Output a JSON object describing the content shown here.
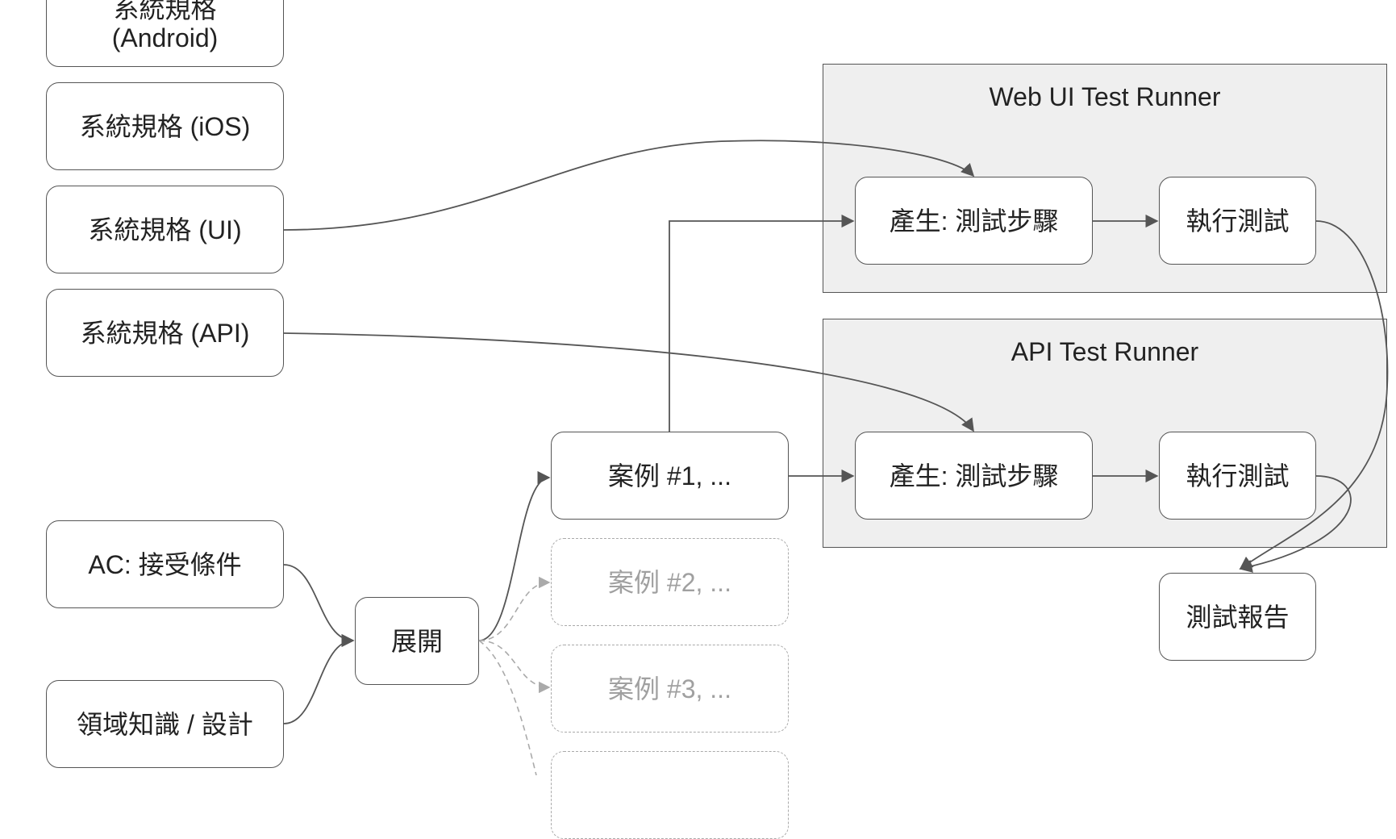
{
  "groups": {
    "web_runner": {
      "title": "Web UI Test Runner"
    },
    "api_runner": {
      "title": "API Test Runner"
    }
  },
  "specs": {
    "android": {
      "line1": "系統規格",
      "line2": "(Android)"
    },
    "ios": "系統規格 (iOS)",
    "ui": "系統規格 (UI)",
    "api": "系統規格 (API)"
  },
  "inputs": {
    "ac": "AC: 接受條件",
    "domain": "領域知識 / 設計"
  },
  "expand": "展開",
  "cases": {
    "case1": "案例 #1, ...",
    "case2": "案例 #2, ...",
    "case3": "案例 #3, ..."
  },
  "web": {
    "generate": "產生: 測試步驟",
    "execute": "執行測試"
  },
  "api": {
    "generate": "產生: 測試步驟",
    "execute": "執行測試"
  },
  "report": "測試報告",
  "colors": {
    "edge": "#555555",
    "ghost_edge": "#aaaaaa",
    "group_fill": "#efefef"
  }
}
